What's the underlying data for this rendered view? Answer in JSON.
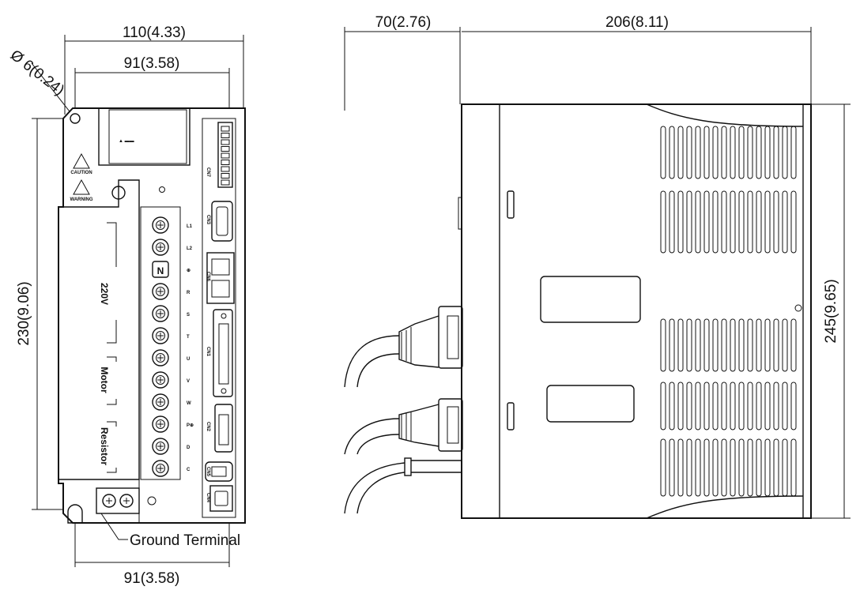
{
  "front_view": {
    "width_dim": "110(4.33)",
    "mount_width_top_dim": "91(3.58)",
    "hole_dim": "Ø 6(0.24)",
    "height_dim": "230(9.06)",
    "mount_width_bottom_dim": "91(3.58)",
    "ground_terminal_label": "Ground Terminal",
    "power_label": "220V",
    "motor_label": "Motor",
    "resistor_label": "Resistor",
    "terminal_n_label": "N",
    "terminals": [
      "L1",
      "L2",
      "⊕",
      "R",
      "S",
      "T",
      "U",
      "V",
      "W",
      "P⊕",
      "D",
      "C"
    ],
    "connectors": [
      "CN7",
      "CN3",
      "CN6",
      "CN1",
      "CN2",
      "CN5",
      "CN4"
    ],
    "caution_label": "CAUTION",
    "warning_label": "WARNING"
  },
  "side_view": {
    "cable_depth_dim": "70(2.76)",
    "depth_dim": "206(8.11)",
    "height_dim": "245(9.65)"
  }
}
